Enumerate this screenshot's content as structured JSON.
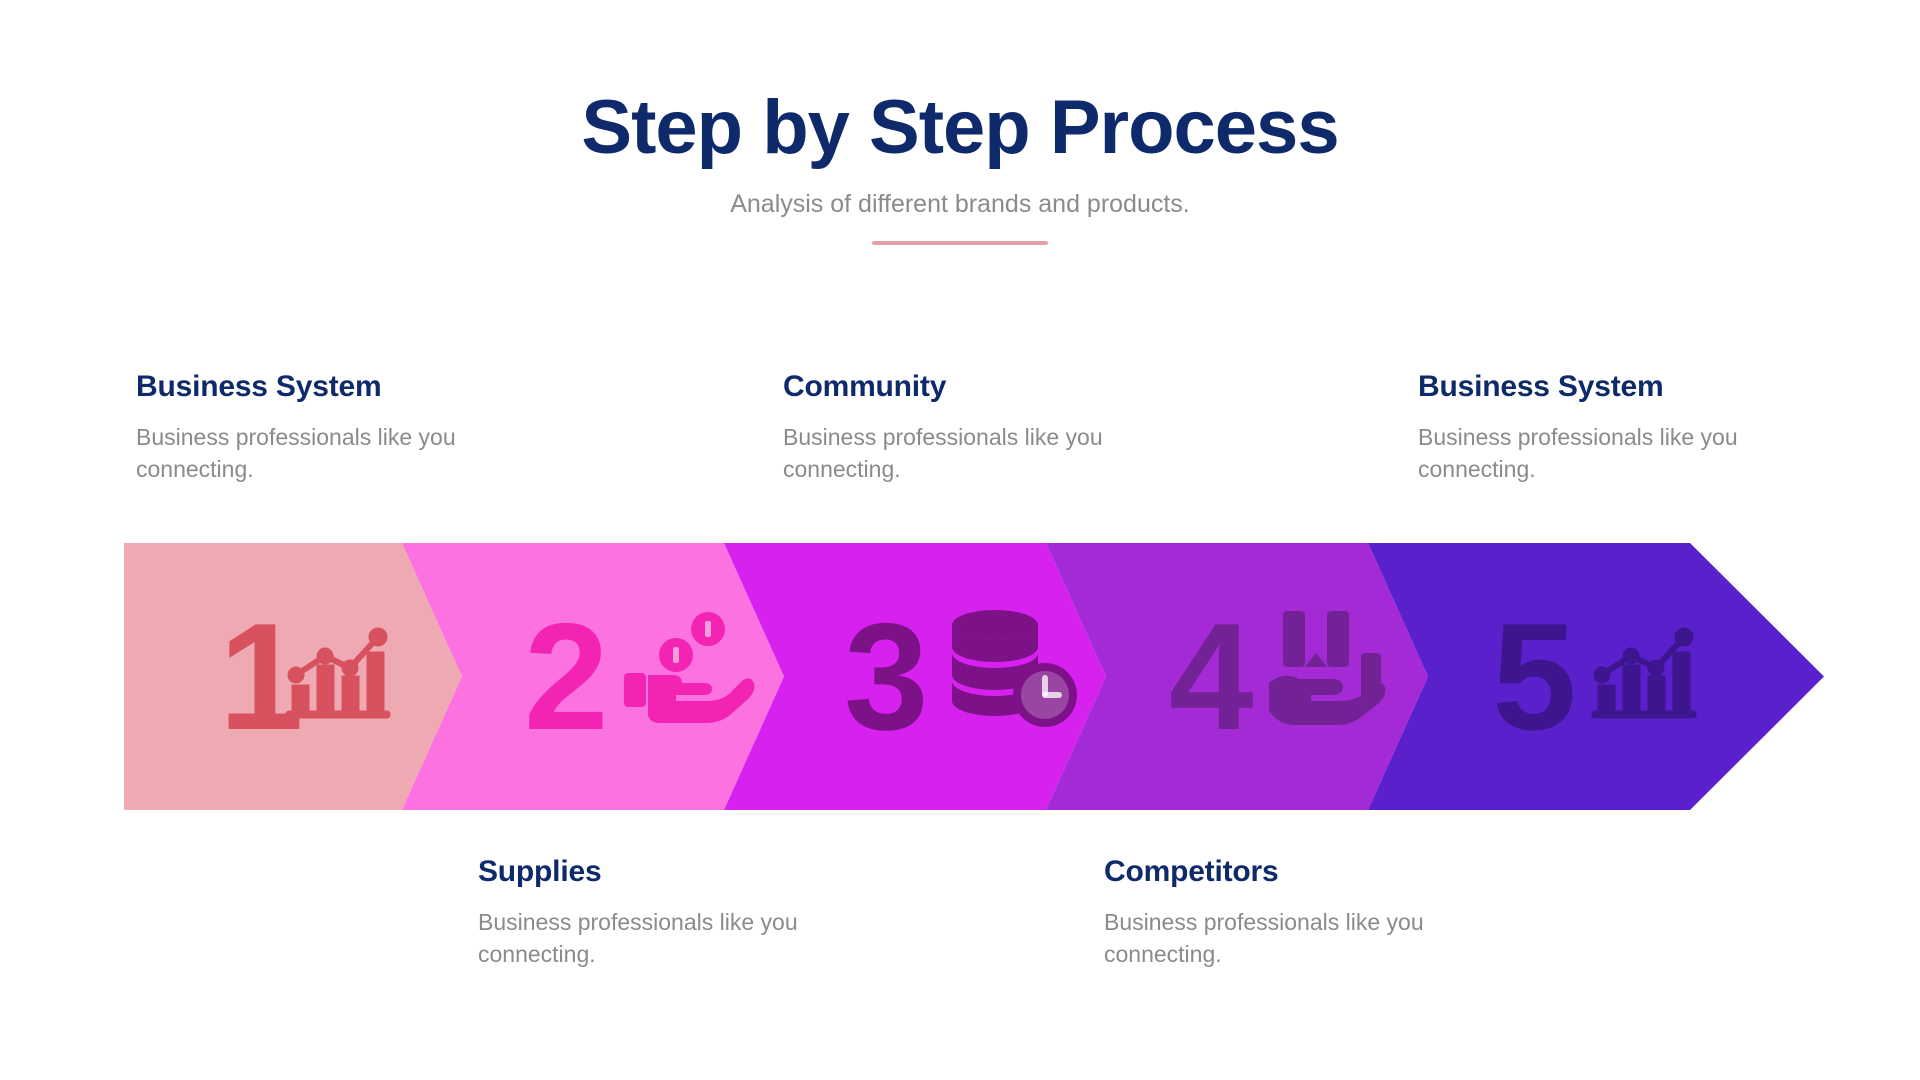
{
  "header": {
    "title": "Step by Step Process",
    "subtitle": "Analysis of different brands and products.",
    "title_color": "#0e2a6b",
    "subtitle_color": "#8a8a8f",
    "divider_color": "#e8a0a8"
  },
  "chart_data": {
    "type": "bar",
    "title": "Step by Step Process",
    "subtitle": "Analysis of different brands and products.",
    "categories": [
      "1",
      "2",
      "3",
      "4",
      "5"
    ],
    "values": [
      1,
      2,
      3,
      4,
      5
    ],
    "xlabel": "",
    "ylabel": "",
    "legend": [
      "Business System",
      "Supplies",
      "Community",
      "Competitors",
      "Business System"
    ],
    "grid": false
  },
  "steps": [
    {
      "number": "1",
      "title": "Business System",
      "description": "Business professionals like you connecting.",
      "band_color": "#efa9b2",
      "accent_color": "#d8515f",
      "icon": "bar-chart-trend-icon",
      "label_position": "top"
    },
    {
      "number": "2",
      "title": "Supplies",
      "description": "Business professionals like you connecting.",
      "band_color": "#fb72e0",
      "accent_color": "#f323b4",
      "icon": "hand-coins-icon",
      "label_position": "bottom"
    },
    {
      "number": "3",
      "title": "Community",
      "description": "Business professionals like you connecting.",
      "band_color": "#d722ef",
      "accent_color": "#7d1288",
      "icon": "database-clock-icon",
      "label_position": "top"
    },
    {
      "number": "4",
      "title": "Competitors",
      "description": "Business professionals like you connecting.",
      "band_color": "#a42ad6",
      "accent_color": "#732296",
      "icon": "hand-chart-icon",
      "label_position": "bottom"
    },
    {
      "number": "5",
      "title": "Business System",
      "description": "Business professionals like you connecting.",
      "band_color": "#5a20cc",
      "accent_color": "#3d158f",
      "icon": "bar-chart-trend-icon",
      "label_position": "top"
    }
  ]
}
